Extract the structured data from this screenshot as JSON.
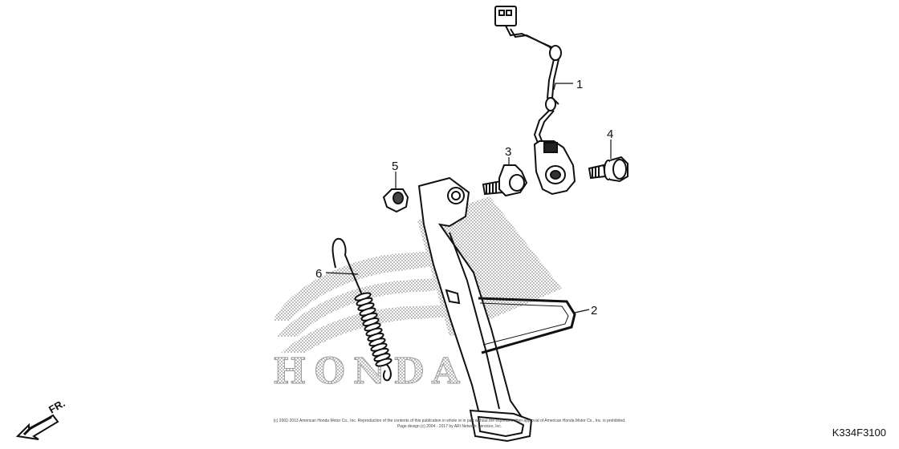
{
  "callouts": [
    {
      "number": "1",
      "part": "side stand switch"
    },
    {
      "number": "2",
      "part": "side stand"
    },
    {
      "number": "3",
      "part": "pivot bolt"
    },
    {
      "number": "4",
      "part": "flange bolt"
    },
    {
      "number": "5",
      "part": "lock nut"
    },
    {
      "number": "6",
      "part": "spring"
    }
  ],
  "watermark_text": "HONDA",
  "direction_label": "FR.",
  "copyright_line1": "(c) 2002-2013 American Honda Motor Co., Inc. Reproduction of the contents of this publication in whole or in part without the express written approval of American Honda Motor Co., Inc. is prohibited.",
  "copyright_line2": "Page design (c) 2004 - 2017 by ARI Network Services, Inc.",
  "diagram_code": "K334F3100",
  "colors": {
    "line": "#111111",
    "watermark": "#9a9a9a"
  }
}
